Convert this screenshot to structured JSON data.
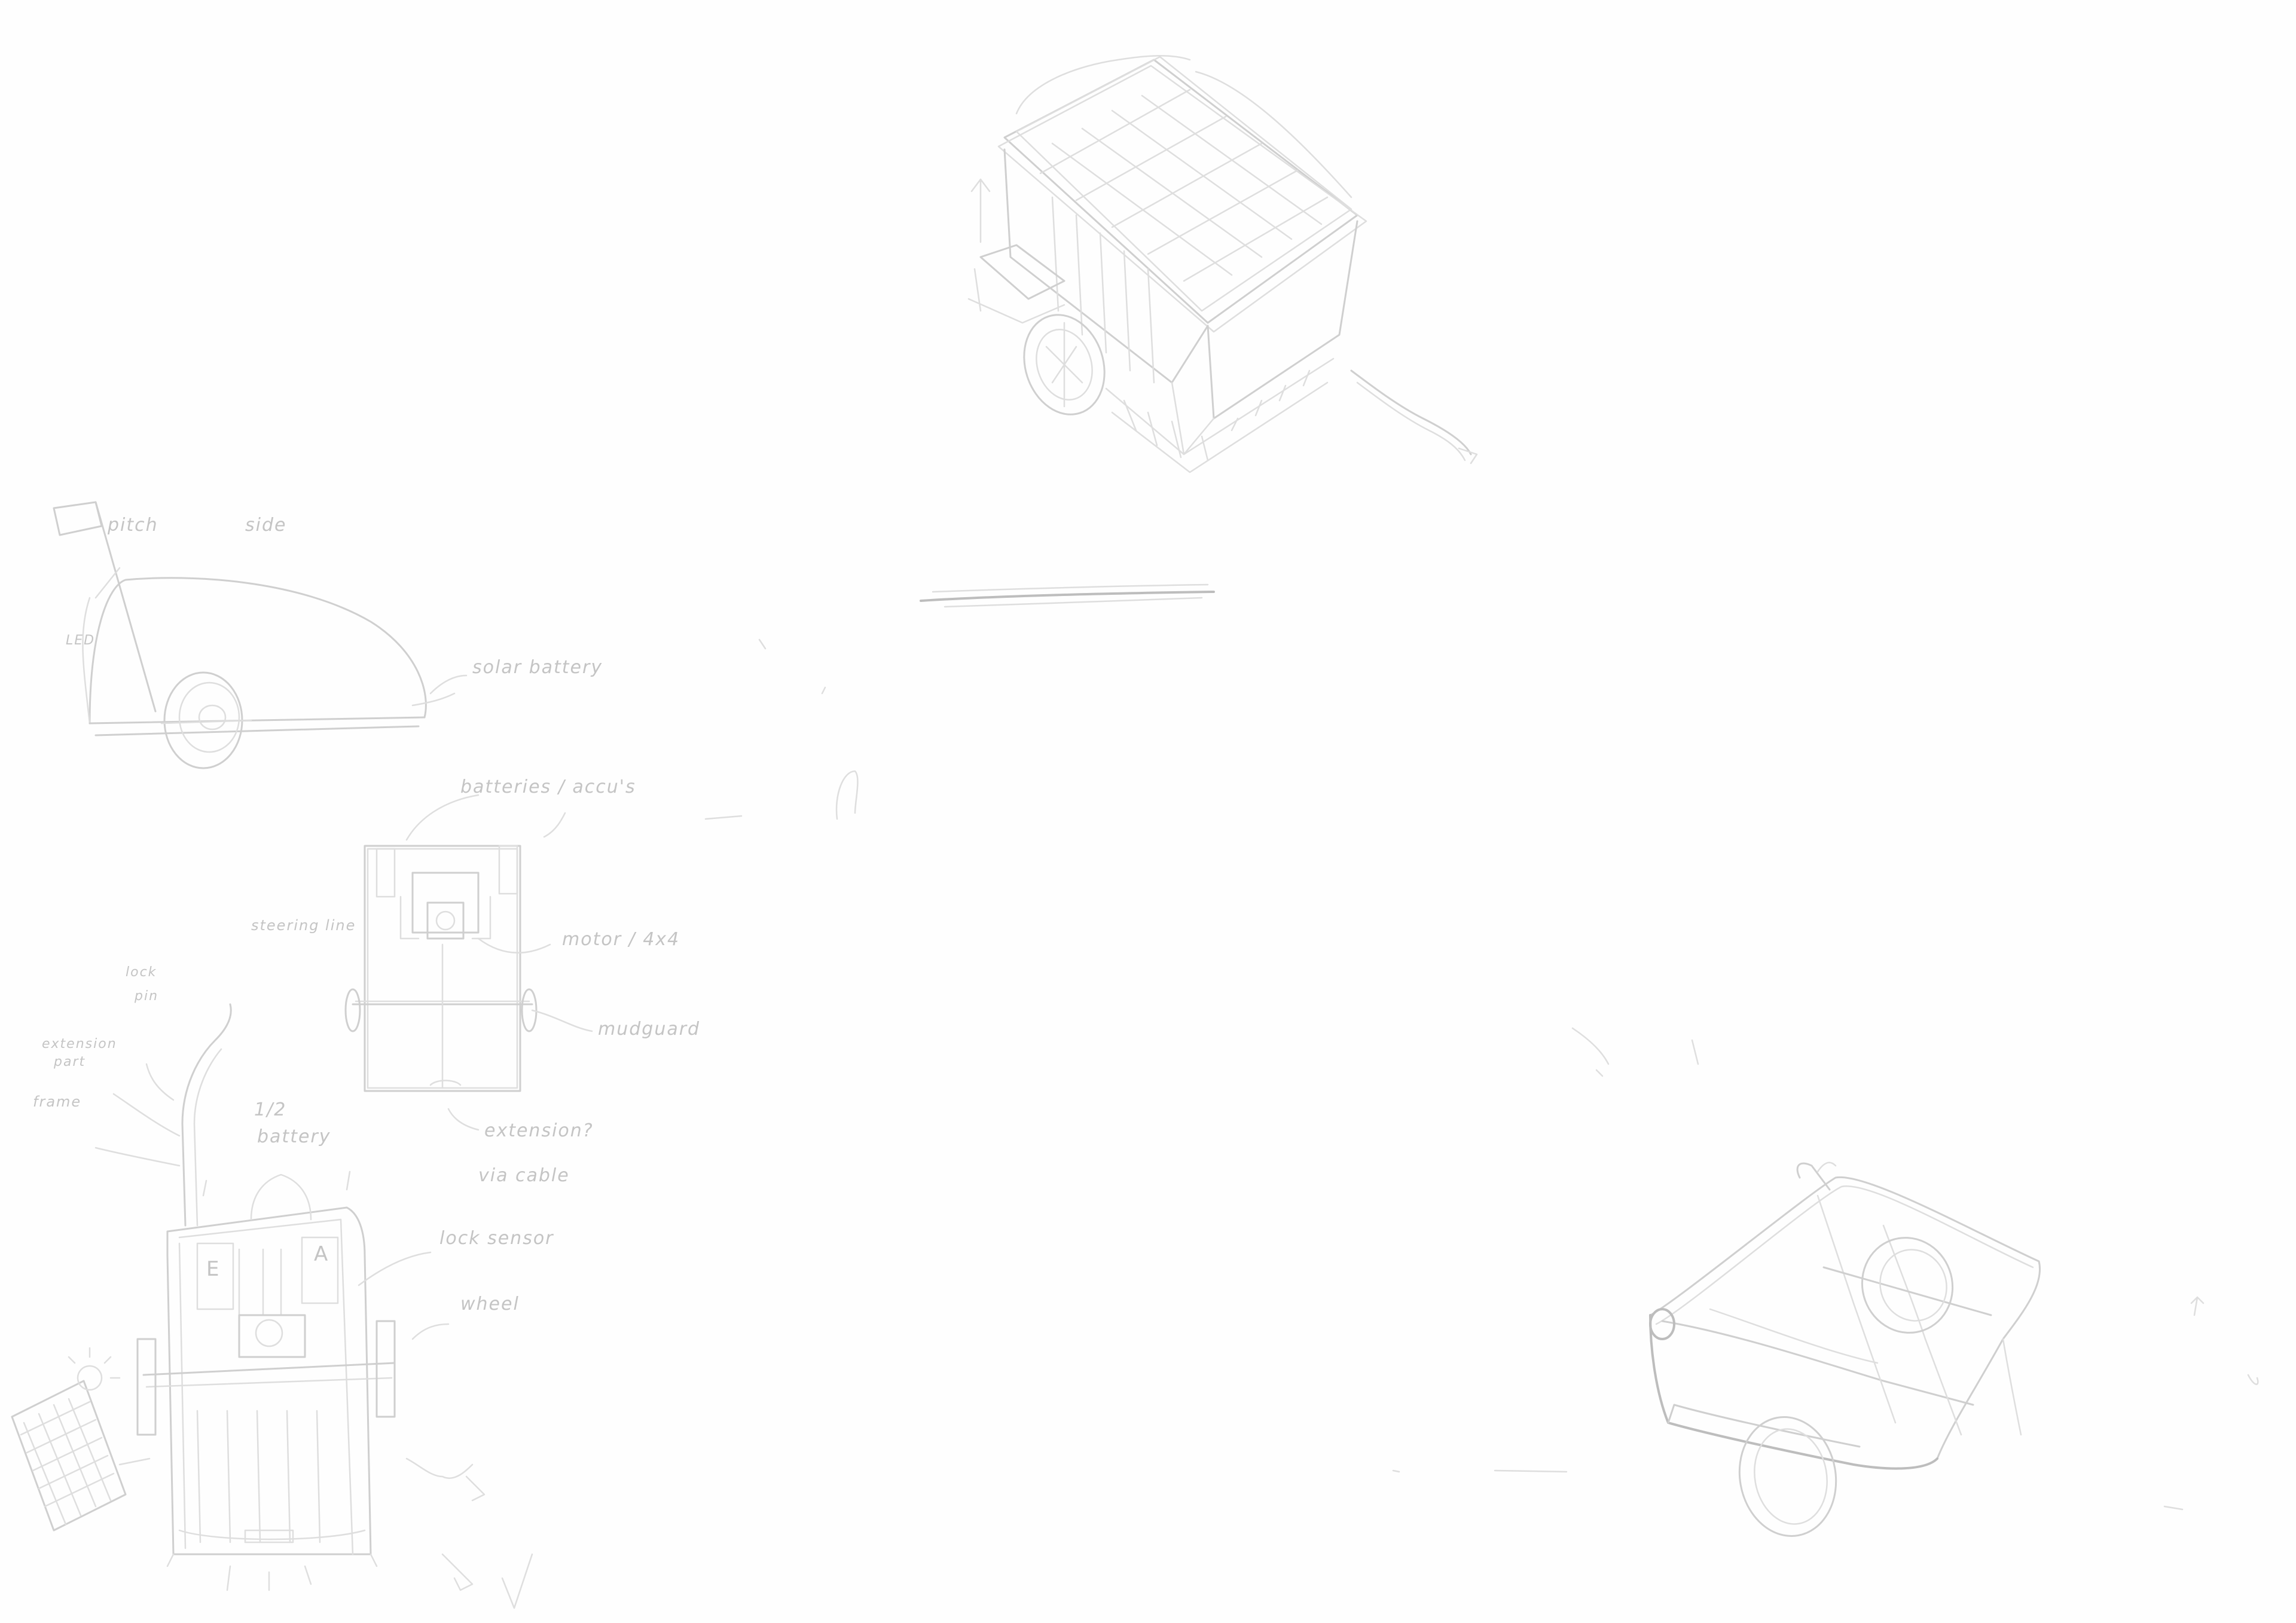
{
  "colors": {
    "paper": "#fefefe",
    "pencil": "#cfcfcf",
    "pencil_dark": "#bdbdbd"
  },
  "sketches": [
    "trailer-isometric-top",
    "trailer-side-view",
    "trailer-top-view-small",
    "trailer-top-view-large",
    "solar-panel",
    "frame-perspective"
  ],
  "annotations": {
    "side_flag": "pitch",
    "side_title": "side",
    "side_rear_a": "LED",
    "side_front": "solar battery",
    "top_batteries": "batteries / accu's",
    "top_motor": "motor / 4x4",
    "top_mudguard": "mudguard",
    "top_wheel_note_1": "extension?",
    "top_wheel_note_2": "via cable",
    "big_steering": "steering line",
    "big_lock": "lock",
    "big_lock_2": "pin",
    "big_extender_1": "extension",
    "big_extender_2": "part",
    "big_frame": "frame",
    "big_batteries_1": "1/2",
    "big_batteries_2": "battery",
    "big_lock_sensor": "lock sensor",
    "big_wheel": "wheel",
    "big_label_e": "E",
    "big_label_a": "A"
  }
}
